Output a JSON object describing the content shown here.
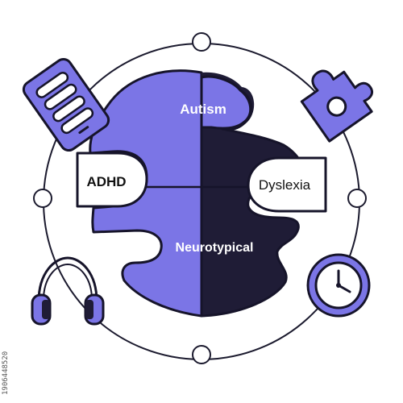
{
  "diagram": {
    "labels": {
      "top": "Autism",
      "left": "ADHD",
      "right": "Dyslexia",
      "bottom": "Neurotypical"
    },
    "side_id": "1906448520",
    "icons": {
      "top_left": "fidget-pad-icon",
      "top_right": "puzzle-piece-icon",
      "bottom_left": "headphones-icon",
      "bottom_right": "clock-icon"
    },
    "colors": {
      "accent": "#7b75e6",
      "dark": "#1f1c36",
      "outline": "#16142a",
      "white": "#ffffff"
    }
  }
}
